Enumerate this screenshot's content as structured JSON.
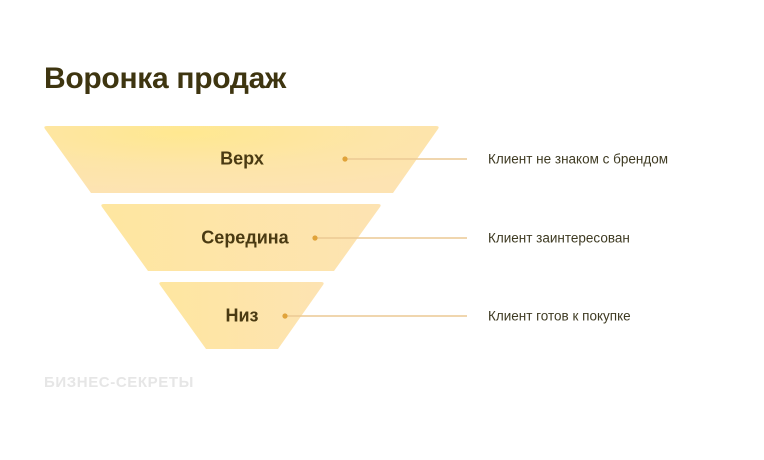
{
  "title": "Воронка продаж",
  "brand": "БИЗНЕС-СЕКРЕТЫ",
  "colors": {
    "title": "#3e3510",
    "fill_light": "#ffe898",
    "fill_peach": "#fde3b2",
    "connector_line": "#ecc993",
    "connector_dot": "#e0a33a"
  },
  "stages": [
    {
      "label": "Верх",
      "description": "Клиент не знаком с брендом"
    },
    {
      "label": "Середина",
      "description": "Клиент заинтересован"
    },
    {
      "label": "Низ",
      "description": "Клиент готов к покупке"
    }
  ]
}
